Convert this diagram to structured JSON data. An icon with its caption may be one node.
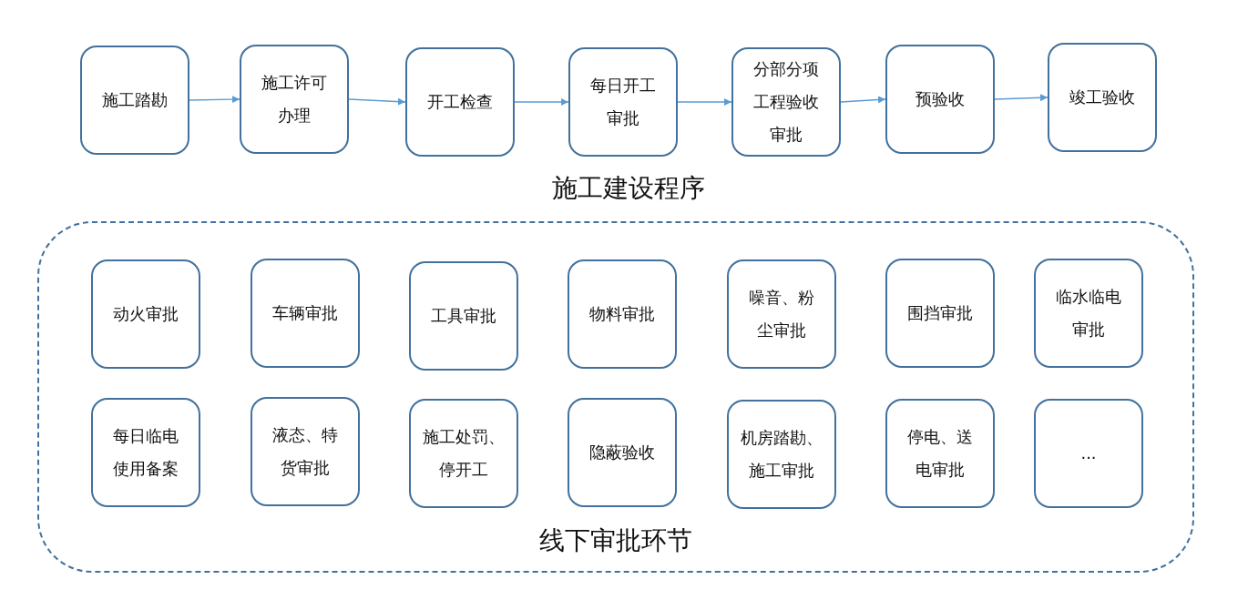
{
  "diagram": {
    "nodes": [
      {
        "text": [
          "施工踏勘"
        ]
      },
      {
        "text": [
          "施工许可办理"
        ]
      },
      {
        "text": [
          "开工检查"
        ]
      },
      {
        "text": [
          "每日开工审批"
        ]
      },
      {
        "text": [
          "分部分项工程验收审批"
        ]
      },
      {
        "text": [
          "预验收"
        ]
      },
      {
        "text": [
          "竣工验收"
        ]
      },
      {
        "text": [
          "线下审批环节"
        ]
      },
      {
        "text": [
          "动火审批"
        ],
        "in": 7
      },
      {
        "text": [
          "车辆审批"
        ],
        "in": 7
      },
      {
        "text": [
          "工具审批"
        ],
        "in": 7
      },
      {
        "text": [
          "物料审批"
        ],
        "in": 7
      },
      {
        "text": [
          "噪音、粉尘审批"
        ],
        "in": 7
      },
      {
        "text": [
          "围挡审批"
        ],
        "in": 7
      },
      {
        "text": [
          "临水临电审批"
        ],
        "in": 7
      },
      {
        "text": [
          "每日临电使用备案"
        ],
        "in": 7
      },
      {
        "text": [
          "液态、特货审批"
        ],
        "in": 7
      },
      {
        "text": [
          "施工处罚、停开工"
        ],
        "in": 7
      },
      {
        "text": [
          "隐蔽验收"
        ],
        "in": 7
      },
      {
        "text": [
          "机房踏勘、施工审批"
        ],
        "in": 7
      },
      {
        "text": [
          "停电、送电审批"
        ],
        "in": 7
      },
      {
        "text": [
          "..."
        ],
        "in": 7
      }
    ],
    "edges": [
      {
        "from": 0,
        "to": 1,
        "arrow": "to"
      },
      {
        "from": 1,
        "to": 2,
        "arrow": "to"
      },
      {
        "from": 2,
        "to": 3,
        "arrow": "to"
      },
      {
        "from": 3,
        "to": 4,
        "arrow": "to"
      },
      {
        "from": 4,
        "to": 5,
        "arrow": "to"
      },
      {
        "from": 5,
        "to": 6,
        "arrow": "to"
      }
    ],
    "labels": [
      "施工建设程序"
    ]
  }
}
